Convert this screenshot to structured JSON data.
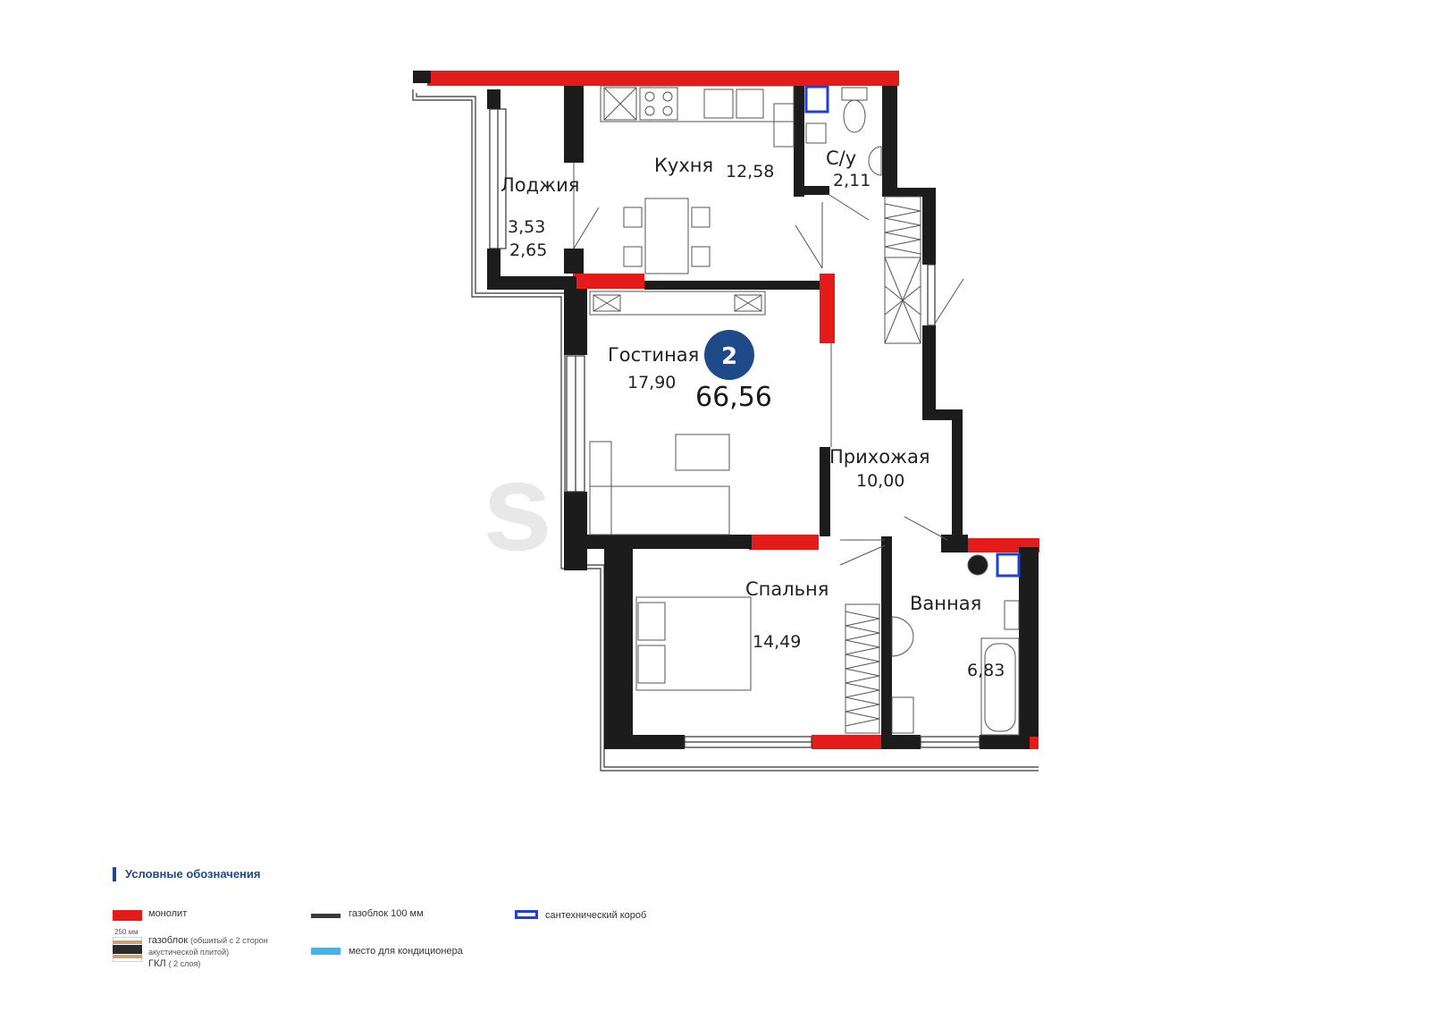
{
  "apartment": {
    "rooms_count": "2",
    "total_area": "66,56",
    "badge_color": "#1f4a8a"
  },
  "rooms": {
    "kitchen": {
      "label": "Кухня",
      "area": "12,58"
    },
    "loggia": {
      "label": "Лоджия",
      "area_1": "3,53",
      "area_2": "2,65"
    },
    "wc": {
      "label": "С/у",
      "area": "2,11"
    },
    "living": {
      "label": "Гостиная",
      "area": "17,90"
    },
    "hall": {
      "label": "Прихожая",
      "area": "10,00"
    },
    "bedroom": {
      "label": "Спальня",
      "area": "14,49"
    },
    "bathroom": {
      "label": "Ванная",
      "area": "6,83"
    }
  },
  "legend": {
    "title": "Условные обозначения",
    "monolith": "монолит",
    "gasblock_100": "газоблок 100 мм",
    "plumbing_box": "сантехнический короб",
    "gasblock_note_size": "250 мм",
    "gasblock_note_main": "газоблок",
    "gasblock_note_detail": "(обшитый с 2 сторон акустической плитой)",
    "gkl_main": "ГКЛ",
    "gkl_detail": "( 2 слоя)",
    "ac_place": "место для кондиционера"
  },
  "colors": {
    "monolith": "#e41b1b",
    "wall": "#1c1c1c",
    "plumbing_box": "#1f3fd8",
    "ac": "#4ab3e6"
  }
}
